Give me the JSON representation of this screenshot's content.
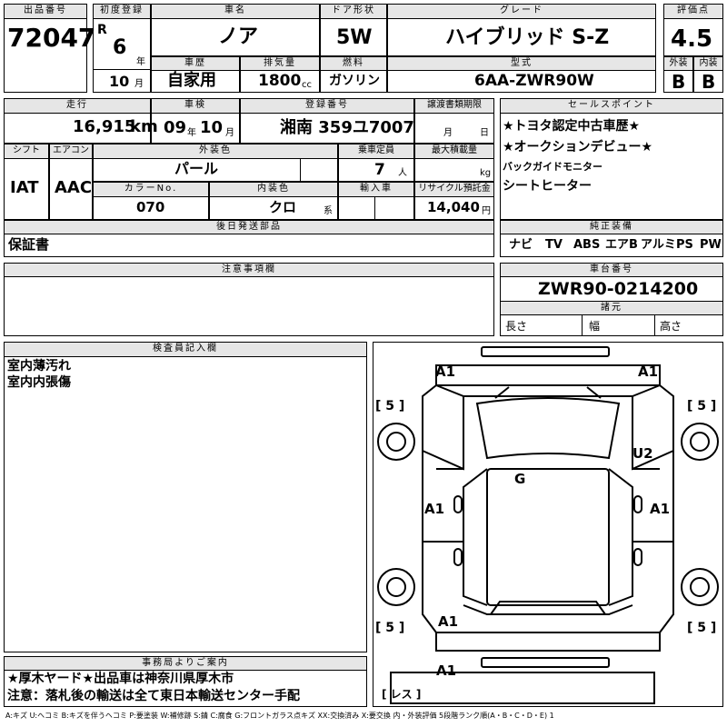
{
  "header": {
    "listing_no_label": "出品番号",
    "listing_no": "72047",
    "first_reg_label": "初度登録",
    "era": "R",
    "year": "6",
    "year_unit": "年",
    "month": "10",
    "month_unit": "月",
    "car_name_label": "車名",
    "car_name": "ノア",
    "door_label": "ドア形状",
    "door": "5W",
    "grade_label": "グレード",
    "grade": "ハイブリッド S-Z",
    "score_label": "評価点",
    "score": "4.5",
    "history_label": "車歴",
    "history": "自家用",
    "displacement_label": "排気量",
    "displacement": "1800",
    "displacement_unit": "cc",
    "fuel_label": "燃料",
    "fuel": "ガソリン",
    "model_label": "型式",
    "model": "6AA-ZWR90W",
    "ext_label": "外装",
    "ext_grade": "B",
    "int_label": "内装",
    "int_grade": "B"
  },
  "row2": {
    "mileage_label": "走行",
    "mileage": "16,915",
    "mileage_unit": "km",
    "inspection_label": "車検",
    "insp_year": "09",
    "insp_year_unit": "年",
    "insp_month": "10",
    "insp_month_unit": "月",
    "reg_label": "登録番号",
    "reg": "湘南 359ユ7007",
    "transfer_label": "譲渡書類期限",
    "transfer_month": "月",
    "transfer_day": "日",
    "selling_label": "セールスポイント",
    "selling_points": [
      "★トヨタ認定中古車歴★",
      "★オークションデビュー★",
      "バックガイドモニター",
      "シートヒーター"
    ],
    "shift_label": "シフト",
    "shift": "IAT",
    "ac_label": "エアコン",
    "ac": "AAC",
    "ext_color_label": "外装色",
    "ext_color": "パール",
    "capacity_label": "乗車定員",
    "capacity": "7",
    "capacity_unit": "人",
    "max_load_label": "最大積載量",
    "max_load_unit": "kg",
    "color_no_label": "カラーNo.",
    "color_no": "070",
    "int_color_label": "内装色",
    "int_color": "クロ",
    "int_color_unit": "系",
    "import_label": "輸入車",
    "recycle_label": "リサイクル預託金",
    "recycle": "14,040",
    "recycle_unit": "円"
  },
  "parts": {
    "label": "後日発送部品",
    "value": "保証書"
  },
  "equipment": {
    "label": "純正装備",
    "items": [
      "ナビ",
      "TV",
      "ABS",
      "エアB",
      "アルミ",
      "PS",
      "PW"
    ]
  },
  "notes": {
    "label": "注意事項欄"
  },
  "chassis": {
    "label": "車台番号",
    "value": "ZWR90-0214200",
    "specs_label": "諸元",
    "length": "長さ",
    "width": "幅",
    "height": "高さ"
  },
  "inspector": {
    "label": "検査員記入欄",
    "lines": [
      "室内薄汚れ",
      "室内内張傷"
    ]
  },
  "office": {
    "label": "事務局よりご案内",
    "lines": [
      "★厚木ヤード★出品車は神奈川県厚木市",
      "注意：落札後の輸送は全て東日本輸送センター手配"
    ]
  },
  "diagram": {
    "marks": {
      "a1_fl": "A1",
      "a1_fr": "A1",
      "u2": "U2",
      "g": "G",
      "a1_ml": "A1",
      "a1_mr": "A1",
      "a1_rl": "A1",
      "a1_rear": "A1"
    },
    "tires": {
      "fl": "[ 5 ]",
      "fr": "[ 5 ]",
      "rl": "[ 5 ]",
      "rr": "[ 5 ]",
      "spare": "[ レス ]"
    }
  },
  "legend": "A:キズ U:ヘコミ B:キズを伴うヘコミ P:要塗装 W:補修跡 S:錆 C:腐食 G:フロントガラス点キズ XX:交換済み X:要交換 内・外装評価 5段階ランク順(A・B・C・D・E) 1"
}
